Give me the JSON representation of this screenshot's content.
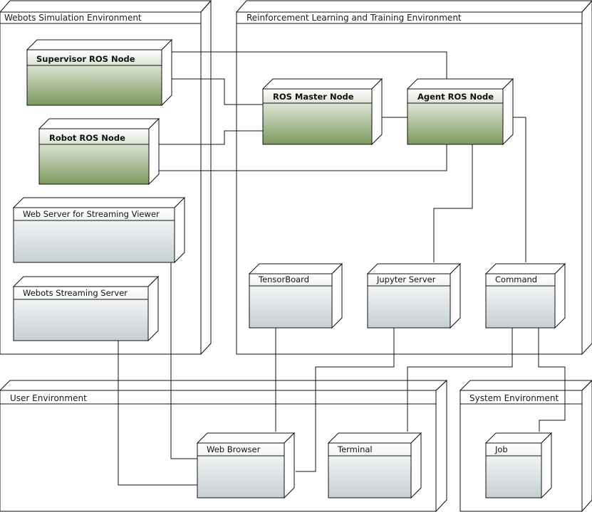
{
  "environments": [
    {
      "id": "webots",
      "title": "Webots Simulation Environment"
    },
    {
      "id": "rl",
      "title": "Reinforcement Learning and Training Environment"
    },
    {
      "id": "user",
      "title": "User Environment"
    },
    {
      "id": "system",
      "title": "System Environment"
    }
  ],
  "nodes": [
    {
      "id": "supervisor",
      "title": "Supervisor ROS Node",
      "highlight": true
    },
    {
      "id": "robot",
      "title": "Robot ROS Node",
      "highlight": true
    },
    {
      "id": "webserver",
      "title": "Web Server for Streaming Viewer",
      "highlight": false
    },
    {
      "id": "streaming",
      "title": "Webots Streaming Server",
      "highlight": false
    },
    {
      "id": "master",
      "title": "ROS Master Node",
      "highlight": true
    },
    {
      "id": "agent",
      "title": "Agent ROS Node",
      "highlight": true
    },
    {
      "id": "tensorboard",
      "title": "TensorBoard",
      "highlight": false
    },
    {
      "id": "jupyter",
      "title": "Jupyter Server",
      "highlight": false
    },
    {
      "id": "command",
      "title": "Command",
      "highlight": false
    },
    {
      "id": "browser",
      "title": "Web Browser",
      "highlight": false
    },
    {
      "id": "terminal",
      "title": "Terminal",
      "highlight": false
    },
    {
      "id": "job",
      "title": "Job",
      "highlight": false
    }
  ],
  "colors": {
    "env_top": "#ffffff",
    "env_bottom": "#c2ccd1",
    "node_green_top": "#ffffff",
    "node_green_bottom": "#7c9a5e",
    "node_gray_top": "#ffffff",
    "node_gray_bottom": "#c6cfd3",
    "line": "#111111"
  }
}
